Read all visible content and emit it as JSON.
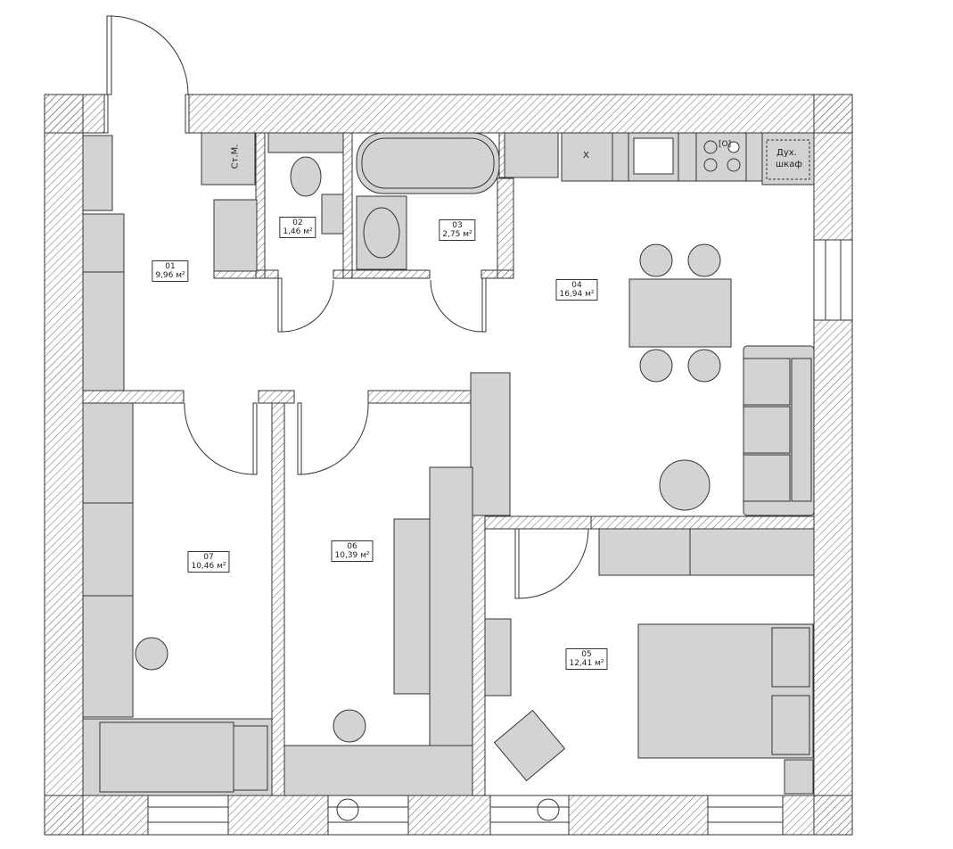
{
  "rooms": [
    {
      "id": "r01",
      "number": "01",
      "area": "9,96 м²"
    },
    {
      "id": "r02",
      "number": "02",
      "area": "1,46 м²"
    },
    {
      "id": "r03",
      "number": "03",
      "area": "2,75 м²"
    },
    {
      "id": "r04",
      "number": "04",
      "area": "16,94 м²"
    },
    {
      "id": "r05",
      "number": "05",
      "area": "12,41 м²"
    },
    {
      "id": "r06",
      "number": "06",
      "area": "10,39 м²"
    },
    {
      "id": "r07",
      "number": "07",
      "area": "10,46 м²"
    }
  ],
  "fixtures": {
    "washer_label": "Ст.М.",
    "fridge_label": "Х",
    "oven_label_line1": "Дух.",
    "oven_label_line2": "шкаф",
    "hob_label": "[O]"
  },
  "colors": {
    "wall_hatch": "#555555",
    "furniture_fill": "#d3d3d3",
    "stroke": "#333333"
  }
}
